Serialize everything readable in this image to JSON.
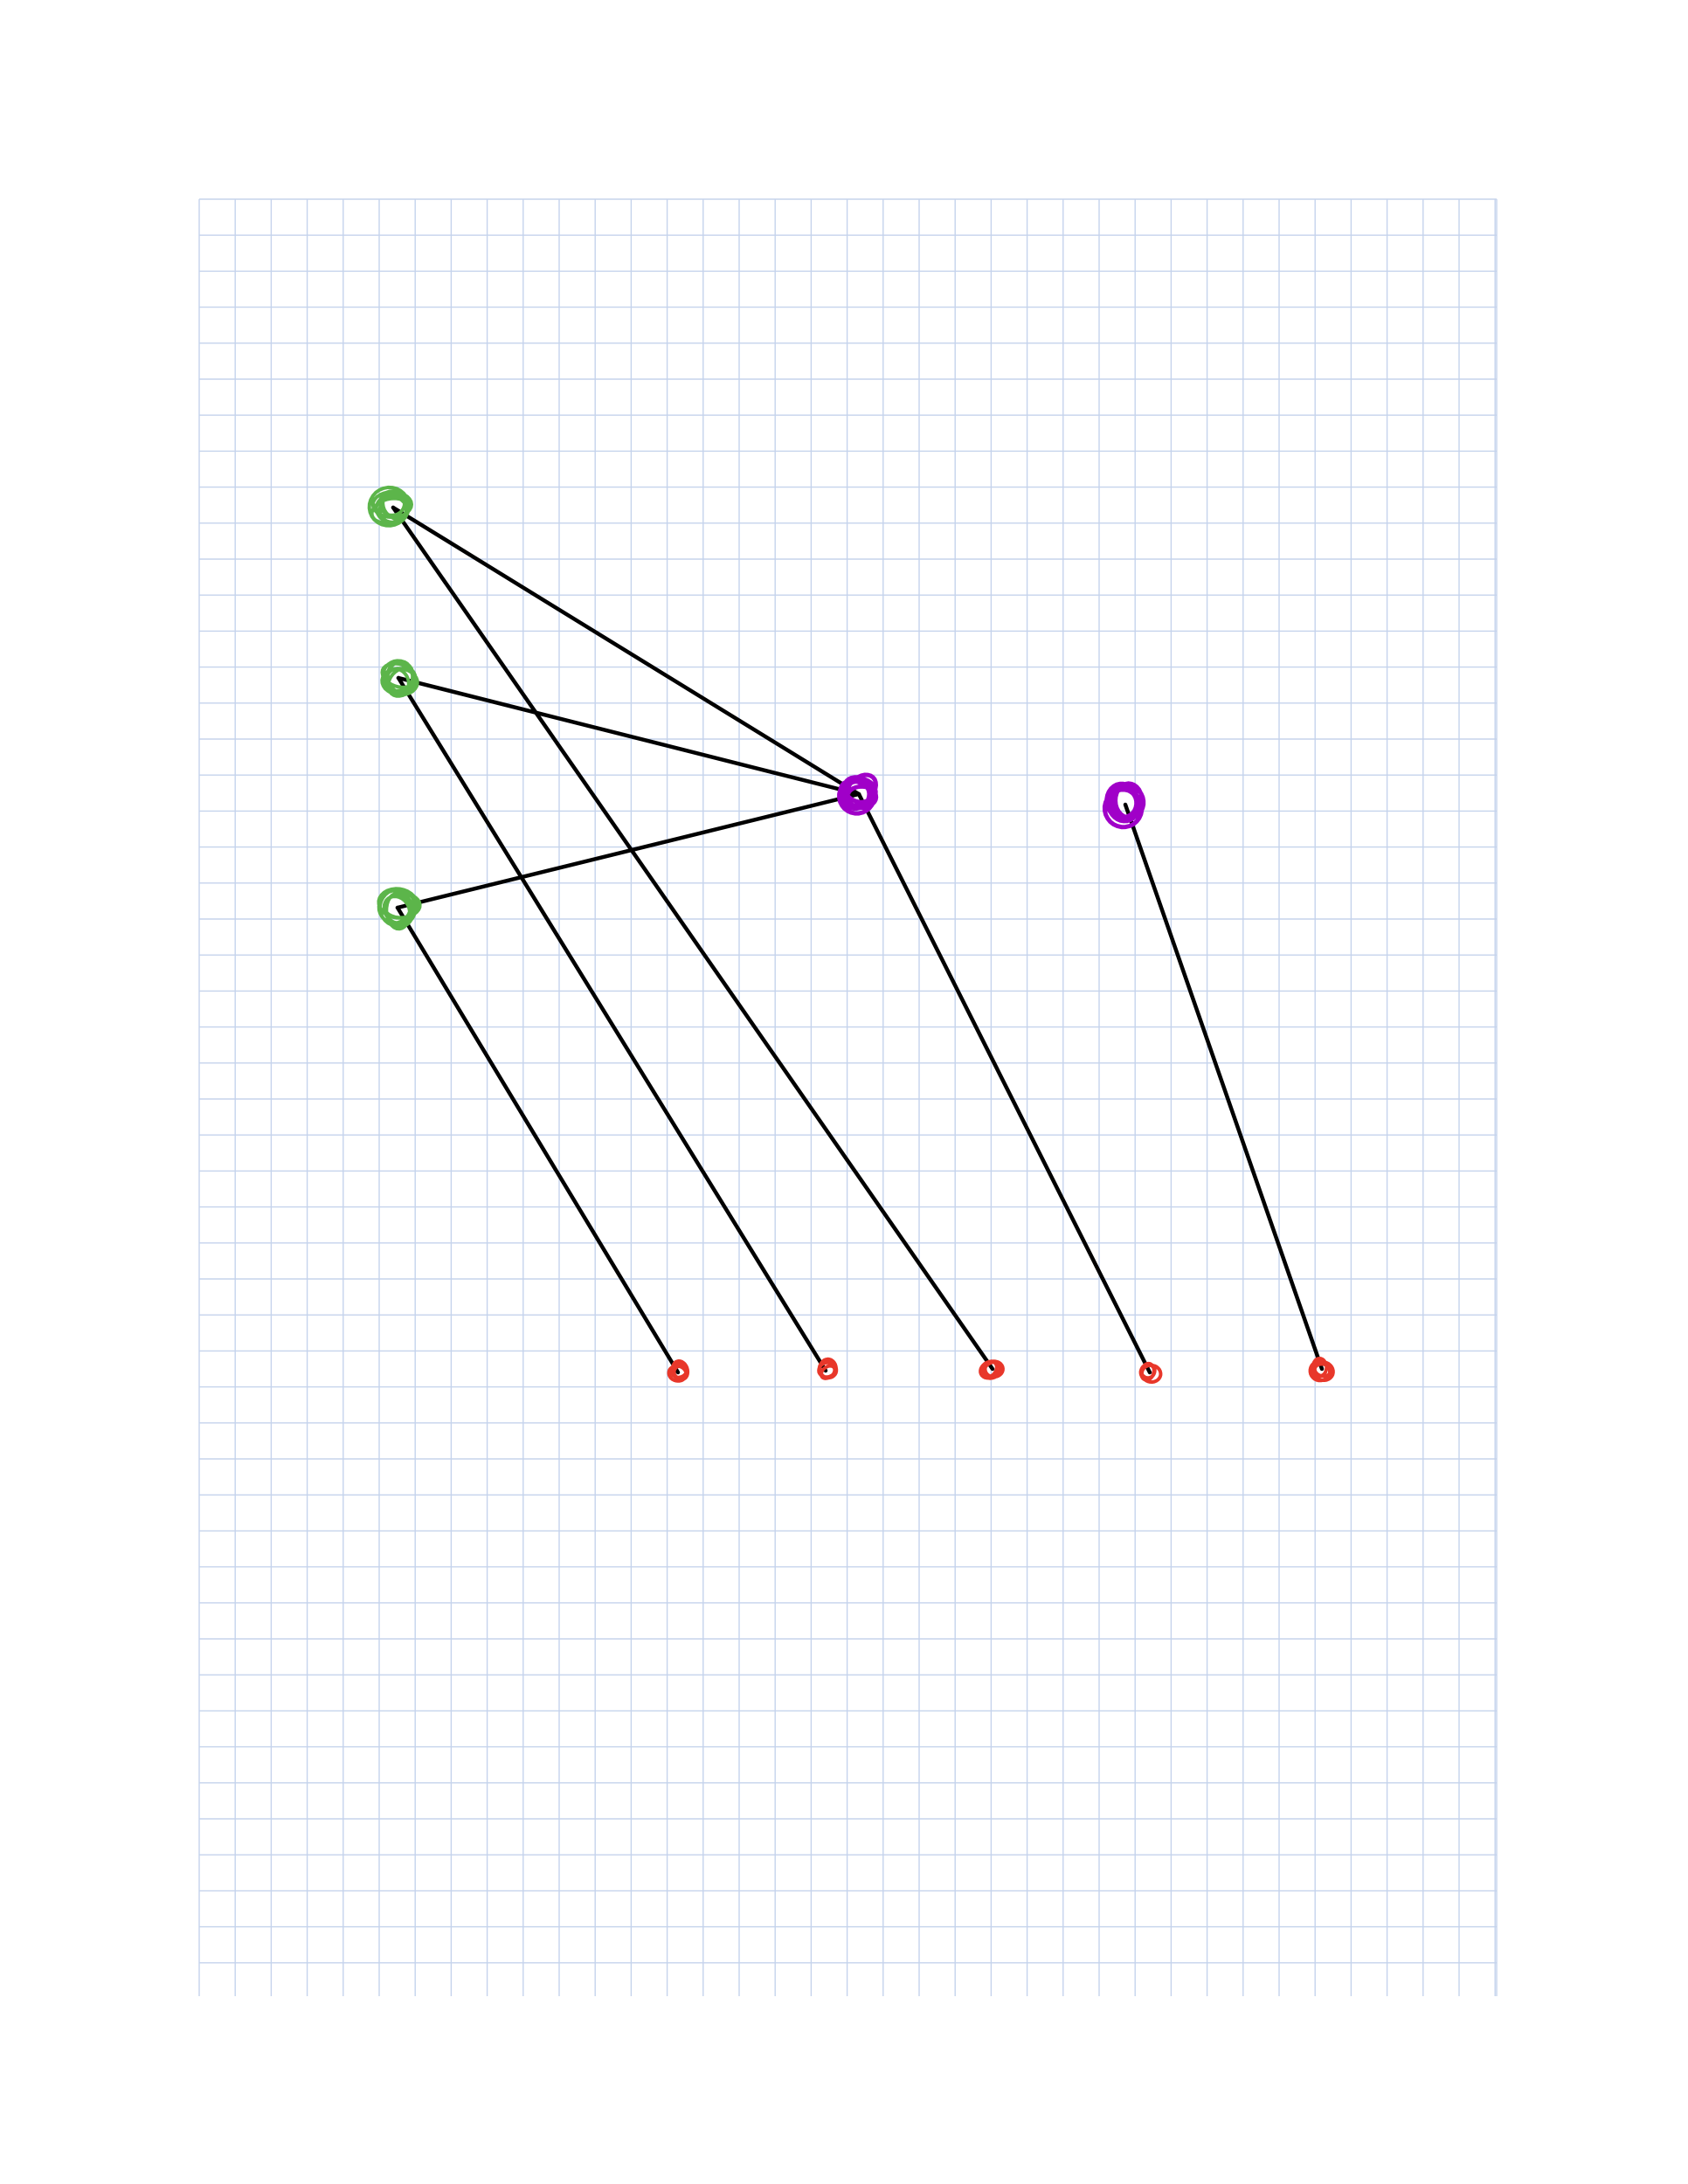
{
  "colors": {
    "background": "#ffffff",
    "grid": "#c5d3ec",
    "edge": "#000000",
    "group_a": "#5cb54a",
    "group_b": "#a000c8",
    "group_c": "#e8372a"
  },
  "diagram": {
    "groups": [
      {
        "id": "a",
        "nodes": [
          "a1",
          "a2",
          "a3"
        ]
      },
      {
        "id": "b",
        "nodes": [
          "b1",
          "b2"
        ]
      },
      {
        "id": "c",
        "nodes": [
          "c1",
          "c2",
          "c3",
          "c4",
          "c5"
        ]
      }
    ],
    "edges": [
      [
        "a1",
        "b1"
      ],
      [
        "a2",
        "b1"
      ],
      [
        "a3",
        "b1"
      ],
      [
        "a3",
        "c1"
      ],
      [
        "a2",
        "c2"
      ],
      [
        "a1",
        "c3"
      ],
      [
        "b1",
        "c4"
      ],
      [
        "b2",
        "c5"
      ]
    ]
  }
}
